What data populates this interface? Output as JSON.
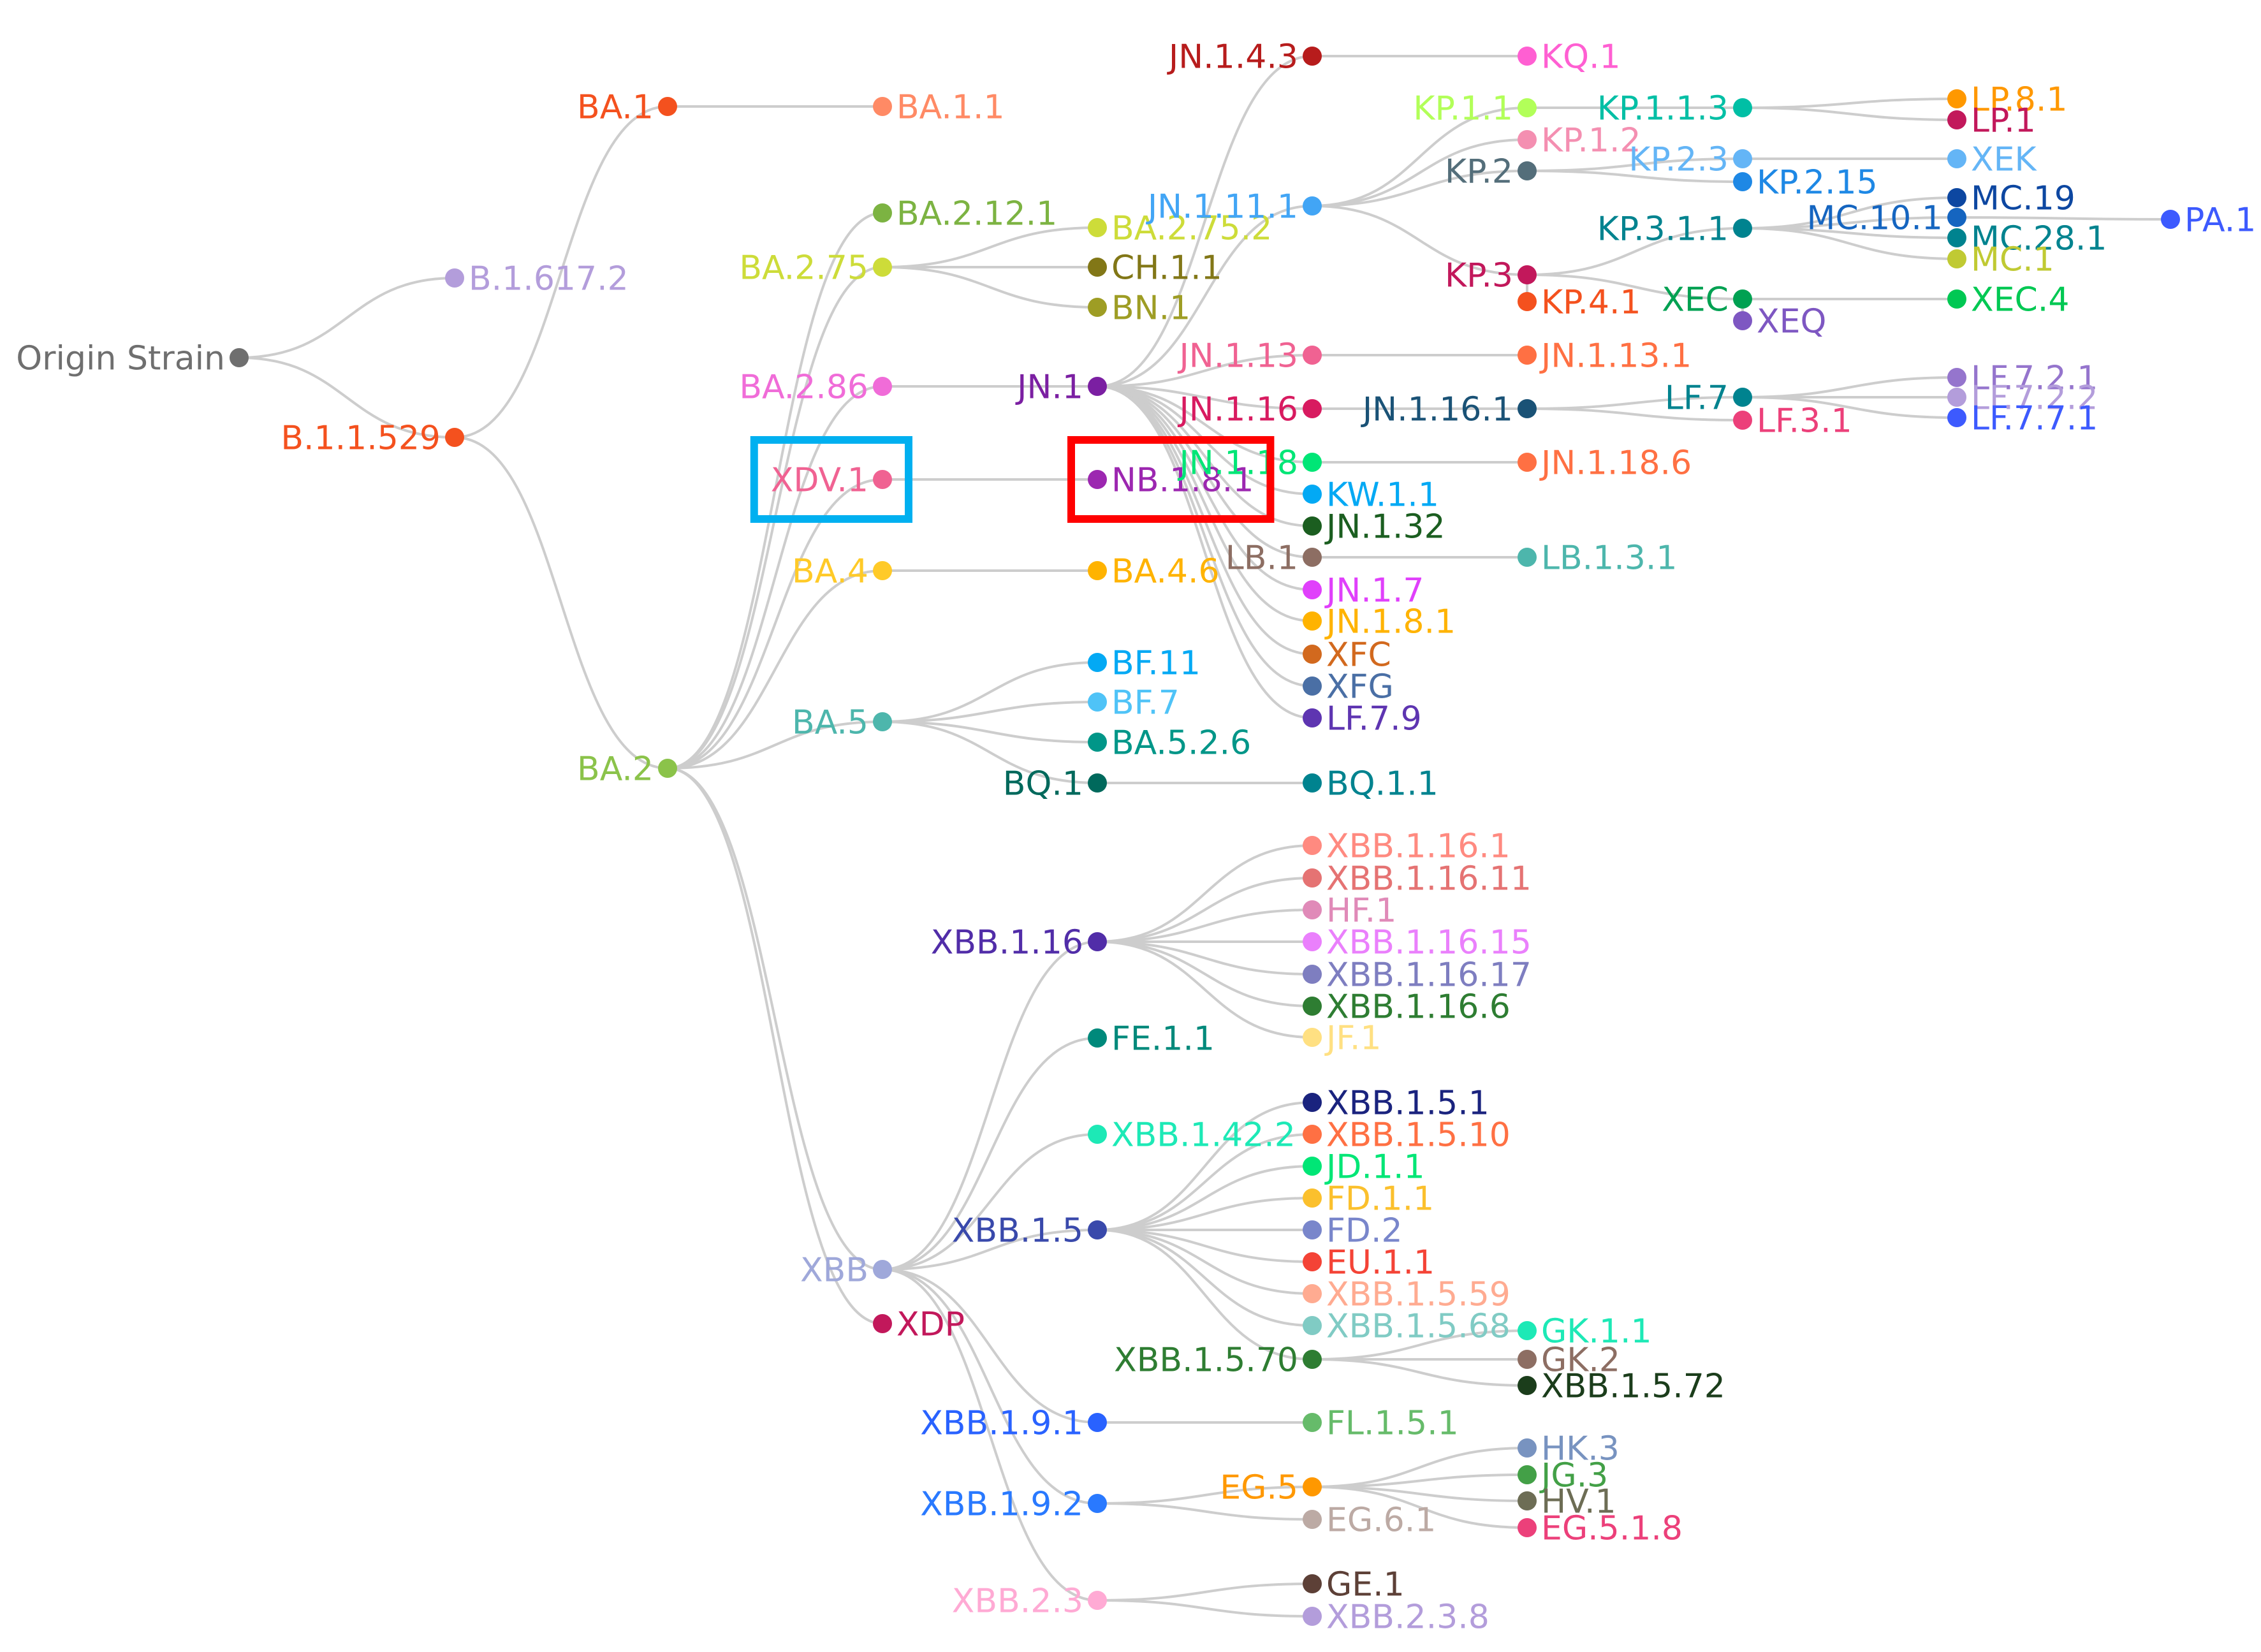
{
  "tree": {
    "nodes": [
      {
        "id": "origin",
        "label": "Origin Strain",
        "color": "#6f6f6f",
        "labelSide": "left"
      },
      {
        "id": "b1617",
        "label": "B.1.617.2",
        "color": "#b39ddb",
        "labelSide": "right"
      },
      {
        "id": "b11529",
        "label": "B.1.1.529",
        "color": "#f4511e",
        "labelSide": "left"
      },
      {
        "id": "ba1",
        "label": "BA.1",
        "color": "#f4511e",
        "labelSide": "left"
      },
      {
        "id": "ba11",
        "label": "BA.1.1",
        "color": "#ff8a65",
        "labelSide": "right"
      },
      {
        "id": "ba2",
        "label": "BA.2",
        "color": "#8bc34a",
        "labelSide": "left"
      },
      {
        "id": "ba2121",
        "label": "BA.2.12.1",
        "color": "#7cb342",
        "labelSide": "right"
      },
      {
        "id": "ba275",
        "label": "BA.2.75",
        "color": "#cddc39",
        "labelSide": "left"
      },
      {
        "id": "ba2752",
        "label": "BA.2.75.2",
        "color": "#cddc39",
        "labelSide": "right"
      },
      {
        "id": "ch11",
        "label": "CH.1.1",
        "color": "#827717",
        "labelSide": "right"
      },
      {
        "id": "bn1",
        "label": "BN.1",
        "color": "#9e9d24",
        "labelSide": "right"
      },
      {
        "id": "ba286",
        "label": "BA.2.86",
        "color": "#f06cd8",
        "labelSide": "left"
      },
      {
        "id": "jn1",
        "label": "JN.1",
        "color": "#7b1fa2",
        "labelSide": "left"
      },
      {
        "id": "xdv1",
        "label": "XDV.1",
        "color": "#f06292",
        "labelSide": "left"
      },
      {
        "id": "nb181",
        "label": "NB.1.8.1",
        "color": "#9c27b0",
        "labelSide": "right"
      },
      {
        "id": "ba4",
        "label": "BA.4",
        "color": "#ffca28",
        "labelSide": "left"
      },
      {
        "id": "ba46",
        "label": "BA.4.6",
        "color": "#ffb300",
        "labelSide": "right"
      },
      {
        "id": "ba5",
        "label": "BA.5",
        "color": "#4db6ac",
        "labelSide": "left"
      },
      {
        "id": "bf11",
        "label": "BF.11",
        "color": "#03a9f4",
        "labelSide": "right"
      },
      {
        "id": "bf7",
        "label": "BF.7",
        "color": "#4fc3f7",
        "labelSide": "right"
      },
      {
        "id": "ba526",
        "label": "BA.5.2.6",
        "color": "#009688",
        "labelSide": "right"
      },
      {
        "id": "bq1",
        "label": "BQ.1",
        "color": "#00695c",
        "labelSide": "left"
      },
      {
        "id": "bq11",
        "label": "BQ.1.1",
        "color": "#00838f",
        "labelSide": "right"
      },
      {
        "id": "jn143",
        "label": "JN.1.4.3",
        "color": "#b71c1c",
        "labelSide": "left"
      },
      {
        "id": "kq1",
        "label": "KQ.1",
        "color": "#ff5fd2",
        "labelSide": "right"
      },
      {
        "id": "jn1111",
        "label": "JN.1.11.1",
        "color": "#42a5f5",
        "labelSide": "left"
      },
      {
        "id": "kp11",
        "label": "KP.1.1",
        "color": "#b2ff59",
        "labelSide": "left"
      },
      {
        "id": "kp113",
        "label": "KP.1.1.3",
        "color": "#00bfa5",
        "labelSide": "left"
      },
      {
        "id": "kp12",
        "label": "KP.1.2",
        "color": "#f48fb1",
        "labelSide": "right"
      },
      {
        "id": "kp2",
        "label": "KP.2",
        "color": "#546e7a",
        "labelSide": "left"
      },
      {
        "id": "kp23",
        "label": "KP.2.3",
        "color": "#64b5f6",
        "labelSide": "left"
      },
      {
        "id": "kp215",
        "label": "KP.2.15",
        "color": "#1e88e5",
        "labelSide": "right"
      },
      {
        "id": "lp81",
        "label": "LP.8.1",
        "color": "#ff9800",
        "labelSide": "right"
      },
      {
        "id": "lp1",
        "label": "LP.1",
        "color": "#c2185b",
        "labelSide": "right"
      },
      {
        "id": "xek",
        "label": "XEK",
        "color": "#64b5f6",
        "labelSide": "right"
      },
      {
        "id": "kp311",
        "label": "KP.3.1.1",
        "color": "#00838f",
        "labelSide": "left"
      },
      {
        "id": "mc101",
        "label": "MC.10.1",
        "color": "#1565c0",
        "labelSide": "left"
      },
      {
        "id": "mc19",
        "label": "MC.19",
        "color": "#0d47a1",
        "labelSide": "right"
      },
      {
        "id": "mc281",
        "label": "MC.28.1",
        "color": "#00838f",
        "labelSide": "right"
      },
      {
        "id": "mc1",
        "label": "MC.1",
        "color": "#c0ca33",
        "labelSide": "right"
      },
      {
        "id": "pa1",
        "label": "PA.1",
        "color": "#3d5afe",
        "labelSide": "right"
      },
      {
        "id": "kp3",
        "label": "KP.3",
        "color": "#c2185b",
        "labelSide": "left"
      },
      {
        "id": "kp41",
        "label": "KP.4.1",
        "color": "#f4511e",
        "labelSide": "right"
      },
      {
        "id": "xec",
        "label": "XEC",
        "color": "#00a152",
        "labelSide": "left"
      },
      {
        "id": "xeq",
        "label": "XEQ",
        "color": "#7e57c2",
        "labelSide": "right"
      },
      {
        "id": "xec4",
        "label": "XEC.4",
        "color": "#00c853",
        "labelSide": "right"
      },
      {
        "id": "jn113",
        "label": "JN.1.13",
        "color": "#f06292",
        "labelSide": "left"
      },
      {
        "id": "jn1131",
        "label": "JN.1.13.1",
        "color": "#ff7043",
        "labelSide": "right"
      },
      {
        "id": "jn116",
        "label": "JN.1.16",
        "color": "#d81b60",
        "labelSide": "left"
      },
      {
        "id": "jn1161",
        "label": "JN.1.16.1",
        "color": "#1a5276",
        "labelSide": "left"
      },
      {
        "id": "lf7",
        "label": "LF.7",
        "color": "#00838f",
        "labelSide": "left"
      },
      {
        "id": "lf31",
        "label": "LF.3.1",
        "color": "#ec407a",
        "labelSide": "right"
      },
      {
        "id": "lf721",
        "label": "LF.7.2.1",
        "color": "#9575cd",
        "labelSide": "right"
      },
      {
        "id": "lf722",
        "label": "LF.7.2.2",
        "color": "#b39ddb",
        "labelSide": "right"
      },
      {
        "id": "lf771",
        "label": "LF.7.7.1",
        "color": "#3d5afe",
        "labelSide": "right"
      },
      {
        "id": "jn118",
        "label": "JN.1.18",
        "color": "#00e676",
        "labelSide": "left"
      },
      {
        "id": "jn1186",
        "label": "JN.1.18.6",
        "color": "#ff7043",
        "labelSide": "right"
      },
      {
        "id": "kw11",
        "label": "KW.1.1",
        "color": "#03a9f4",
        "labelSide": "right"
      },
      {
        "id": "jn132",
        "label": "JN.1.32",
        "color": "#1b5e20",
        "labelSide": "right"
      },
      {
        "id": "lb1",
        "label": "LB.1",
        "color": "#8d6e63",
        "labelSide": "left"
      },
      {
        "id": "lb131",
        "label": "LB.1.3.1",
        "color": "#4db6ac",
        "labelSide": "right"
      },
      {
        "id": "jn17",
        "label": "JN.1.7",
        "color": "#e040fb",
        "labelSide": "right"
      },
      {
        "id": "jn181",
        "label": "JN.1.8.1",
        "color": "#ffb300",
        "labelSide": "right"
      },
      {
        "id": "xfc",
        "label": "XFC",
        "color": "#d2691e",
        "labelSide": "right"
      },
      {
        "id": "xfg",
        "label": "XFG",
        "color": "#4a6fa5",
        "labelSide": "right"
      },
      {
        "id": "lf79",
        "label": "LF.7.9",
        "color": "#5e35b1",
        "labelSide": "right"
      },
      {
        "id": "xbb",
        "label": "XBB",
        "color": "#9fa8da",
        "labelSide": "left"
      },
      {
        "id": "xdp",
        "label": "XDP",
        "color": "#c2185b",
        "labelSide": "right"
      },
      {
        "id": "xbb116",
        "label": "XBB.1.16",
        "color": "#512da8",
        "labelSide": "left"
      },
      {
        "id": "xbb1161",
        "label": "XBB.1.16.1",
        "color": "#ff8a80",
        "labelSide": "right"
      },
      {
        "id": "xbb11611",
        "label": "XBB.1.16.11",
        "color": "#e57373",
        "labelSide": "right"
      },
      {
        "id": "hf1",
        "label": "HF.1",
        "color": "#e08ab8",
        "labelSide": "right"
      },
      {
        "id": "xbb11615",
        "label": "XBB.1.16.15",
        "color": "#ea80fc",
        "labelSide": "right"
      },
      {
        "id": "xbb11617",
        "label": "XBB.1.16.17",
        "color": "#7e7ec0",
        "labelSide": "right"
      },
      {
        "id": "xbb1166",
        "label": "XBB.1.16.6",
        "color": "#2e7d32",
        "labelSide": "right"
      },
      {
        "id": "jf1",
        "label": "JF.1",
        "color": "#ffe082",
        "labelSide": "right"
      },
      {
        "id": "fe11",
        "label": "FE.1.1",
        "color": "#00897b",
        "labelSide": "right"
      },
      {
        "id": "xbb1422",
        "label": "XBB.1.42.2",
        "color": "#1de9b6",
        "labelSide": "right"
      },
      {
        "id": "xbb15",
        "label": "XBB.1.5",
        "color": "#3949ab",
        "labelSide": "left"
      },
      {
        "id": "xbb151",
        "label": "XBB.1.5.1",
        "color": "#1a237e",
        "labelSide": "right"
      },
      {
        "id": "xbb1510",
        "label": "XBB.1.5.10",
        "color": "#ff7043",
        "labelSide": "right"
      },
      {
        "id": "jd11",
        "label": "JD.1.1",
        "color": "#00e676",
        "labelSide": "right"
      },
      {
        "id": "fd11",
        "label": "FD.1.1",
        "color": "#fbc02d",
        "labelSide": "right"
      },
      {
        "id": "fd2",
        "label": "FD.2",
        "color": "#7986cb",
        "labelSide": "right"
      },
      {
        "id": "eu11",
        "label": "EU.1.1",
        "color": "#f44336",
        "labelSide": "right"
      },
      {
        "id": "xbb1559",
        "label": "XBB.1.5.59",
        "color": "#ffab91",
        "labelSide": "right"
      },
      {
        "id": "xbb1568",
        "label": "XBB.1.5.68",
        "color": "#80cbc4",
        "labelSide": "right"
      },
      {
        "id": "xbb1570",
        "label": "XBB.1.5.70",
        "color": "#2e7d32",
        "labelSide": "left"
      },
      {
        "id": "gk11",
        "label": "GK.1.1",
        "color": "#1de9b6",
        "labelSide": "right"
      },
      {
        "id": "gk2",
        "label": "GK.2",
        "color": "#8d6e63",
        "labelSide": "right"
      },
      {
        "id": "xbb1572",
        "label": "XBB.1.5.72",
        "color": "#1b3d1b",
        "labelSide": "right"
      },
      {
        "id": "xbb191",
        "label": "XBB.1.9.1",
        "color": "#2962ff",
        "labelSide": "left"
      },
      {
        "id": "fl151",
        "label": "FL.1.5.1",
        "color": "#66bb6a",
        "labelSide": "right"
      },
      {
        "id": "xbb192",
        "label": "XBB.1.9.2",
        "color": "#2979ff",
        "labelSide": "left"
      },
      {
        "id": "eg5",
        "label": "EG.5",
        "color": "#ff9800",
        "labelSide": "left"
      },
      {
        "id": "eg61",
        "label": "EG.6.1",
        "color": "#bcaaa4",
        "labelSide": "right"
      },
      {
        "id": "hk3",
        "label": "HK.3",
        "color": "#7893c0",
        "labelSide": "right"
      },
      {
        "id": "jg3",
        "label": "JG.3",
        "color": "#43a047",
        "labelSide": "right"
      },
      {
        "id": "hv1",
        "label": "HV.1",
        "color": "#6d6d55",
        "labelSide": "right"
      },
      {
        "id": "eg518",
        "label": "EG.5.1.8",
        "color": "#ec407a",
        "labelSide": "right"
      },
      {
        "id": "xbb23",
        "label": "XBB.2.3",
        "color": "#ffaad4",
        "labelSide": "left"
      },
      {
        "id": "ge1",
        "label": "GE.1",
        "color": "#5d4037",
        "labelSide": "right"
      },
      {
        "id": "xbb238",
        "label": "XBB.2.3.8",
        "color": "#b39ddb",
        "labelSide": "right"
      }
    ],
    "edges": [
      [
        "origin",
        "b1617"
      ],
      [
        "origin",
        "b11529"
      ],
      [
        "b11529",
        "ba1"
      ],
      [
        "b11529",
        "ba2"
      ],
      [
        "ba1",
        "ba11"
      ],
      [
        "ba2",
        "ba2121"
      ],
      [
        "ba2",
        "ba275"
      ],
      [
        "ba2",
        "ba286"
      ],
      [
        "ba2",
        "xdv1"
      ],
      [
        "ba2",
        "ba4"
      ],
      [
        "ba2",
        "ba5"
      ],
      [
        "ba2",
        "xbb"
      ],
      [
        "ba2",
        "xdp"
      ],
      [
        "ba275",
        "ba2752"
      ],
      [
        "ba275",
        "ch11"
      ],
      [
        "ba275",
        "bn1"
      ],
      [
        "ba286",
        "jn1"
      ],
      [
        "xdv1",
        "nb181"
      ],
      [
        "ba4",
        "ba46"
      ],
      [
        "ba5",
        "bf11"
      ],
      [
        "ba5",
        "bf7"
      ],
      [
        "ba5",
        "ba526"
      ],
      [
        "ba5",
        "bq1"
      ],
      [
        "bq1",
        "bq11"
      ],
      [
        "jn1",
        "jn143"
      ],
      [
        "jn1",
        "jn1111"
      ],
      [
        "jn1",
        "jn113"
      ],
      [
        "jn1",
        "jn116"
      ],
      [
        "jn1",
        "jn118"
      ],
      [
        "jn1",
        "kw11"
      ],
      [
        "jn1",
        "jn132"
      ],
      [
        "jn1",
        "lb1"
      ],
      [
        "jn1",
        "jn17"
      ],
      [
        "jn1",
        "jn181"
      ],
      [
        "jn1",
        "xfc"
      ],
      [
        "jn1",
        "xfg"
      ],
      [
        "jn1",
        "lf79"
      ],
      [
        "jn143",
        "kq1"
      ],
      [
        "jn1111",
        "kp11"
      ],
      [
        "jn1111",
        "kp12"
      ],
      [
        "jn1111",
        "kp2"
      ],
      [
        "jn1111",
        "kp3"
      ],
      [
        "kp11",
        "kp113"
      ],
      [
        "kp113",
        "lp81"
      ],
      [
        "kp113",
        "lp1"
      ],
      [
        "kp2",
        "kp23"
      ],
      [
        "kp2",
        "kp215"
      ],
      [
        "kp23",
        "xek"
      ],
      [
        "kp3",
        "kp311"
      ],
      [
        "kp3",
        "kp41"
      ],
      [
        "kp3",
        "xec"
      ],
      [
        "kp311",
        "mc101"
      ],
      [
        "kp311",
        "mc19"
      ],
      [
        "kp311",
        "mc281"
      ],
      [
        "kp311",
        "mc1"
      ],
      [
        "mc101",
        "pa1"
      ],
      [
        "xec",
        "xeq"
      ],
      [
        "xec",
        "xec4"
      ],
      [
        "jn113",
        "jn1131"
      ],
      [
        "jn116",
        "jn1161"
      ],
      [
        "jn1161",
        "lf7"
      ],
      [
        "jn1161",
        "lf31"
      ],
      [
        "lf7",
        "lf721"
      ],
      [
        "lf7",
        "lf722"
      ],
      [
        "lf7",
        "lf771"
      ],
      [
        "jn118",
        "jn1186"
      ],
      [
        "lb1",
        "lb131"
      ],
      [
        "xbb",
        "xbb116"
      ],
      [
        "xbb",
        "fe11"
      ],
      [
        "xbb",
        "xbb1422"
      ],
      [
        "xbb",
        "xbb15"
      ],
      [
        "xbb",
        "xbb191"
      ],
      [
        "xbb",
        "xbb192"
      ],
      [
        "xbb",
        "xbb23"
      ],
      [
        "xbb116",
        "xbb1161"
      ],
      [
        "xbb116",
        "xbb11611"
      ],
      [
        "xbb116",
        "hf1"
      ],
      [
        "xbb116",
        "xbb11615"
      ],
      [
        "xbb116",
        "xbb11617"
      ],
      [
        "xbb116",
        "xbb1166"
      ],
      [
        "xbb116",
        "jf1"
      ],
      [
        "xbb15",
        "xbb151"
      ],
      [
        "xbb15",
        "xbb1510"
      ],
      [
        "xbb15",
        "jd11"
      ],
      [
        "xbb15",
        "fd11"
      ],
      [
        "xbb15",
        "fd2"
      ],
      [
        "xbb15",
        "eu11"
      ],
      [
        "xbb15",
        "xbb1559"
      ],
      [
        "xbb15",
        "xbb1568"
      ],
      [
        "xbb15",
        "xbb1570"
      ],
      [
        "xbb1570",
        "gk11"
      ],
      [
        "xbb1570",
        "gk2"
      ],
      [
        "xbb1570",
        "xbb1572"
      ],
      [
        "xbb191",
        "fl151"
      ],
      [
        "xbb192",
        "eg5"
      ],
      [
        "xbb192",
        "eg61"
      ],
      [
        "eg5",
        "hk3"
      ],
      [
        "eg5",
        "jg3"
      ],
      [
        "eg5",
        "hv1"
      ],
      [
        "eg5",
        "eg518"
      ],
      [
        "xbb23",
        "ge1"
      ],
      [
        "xbb23",
        "xbb238"
      ]
    ]
  },
  "highlights": [
    {
      "node": "xdv1",
      "color": "#00b0f0"
    },
    {
      "node": "nb181",
      "color": "#ff0000"
    }
  ]
}
